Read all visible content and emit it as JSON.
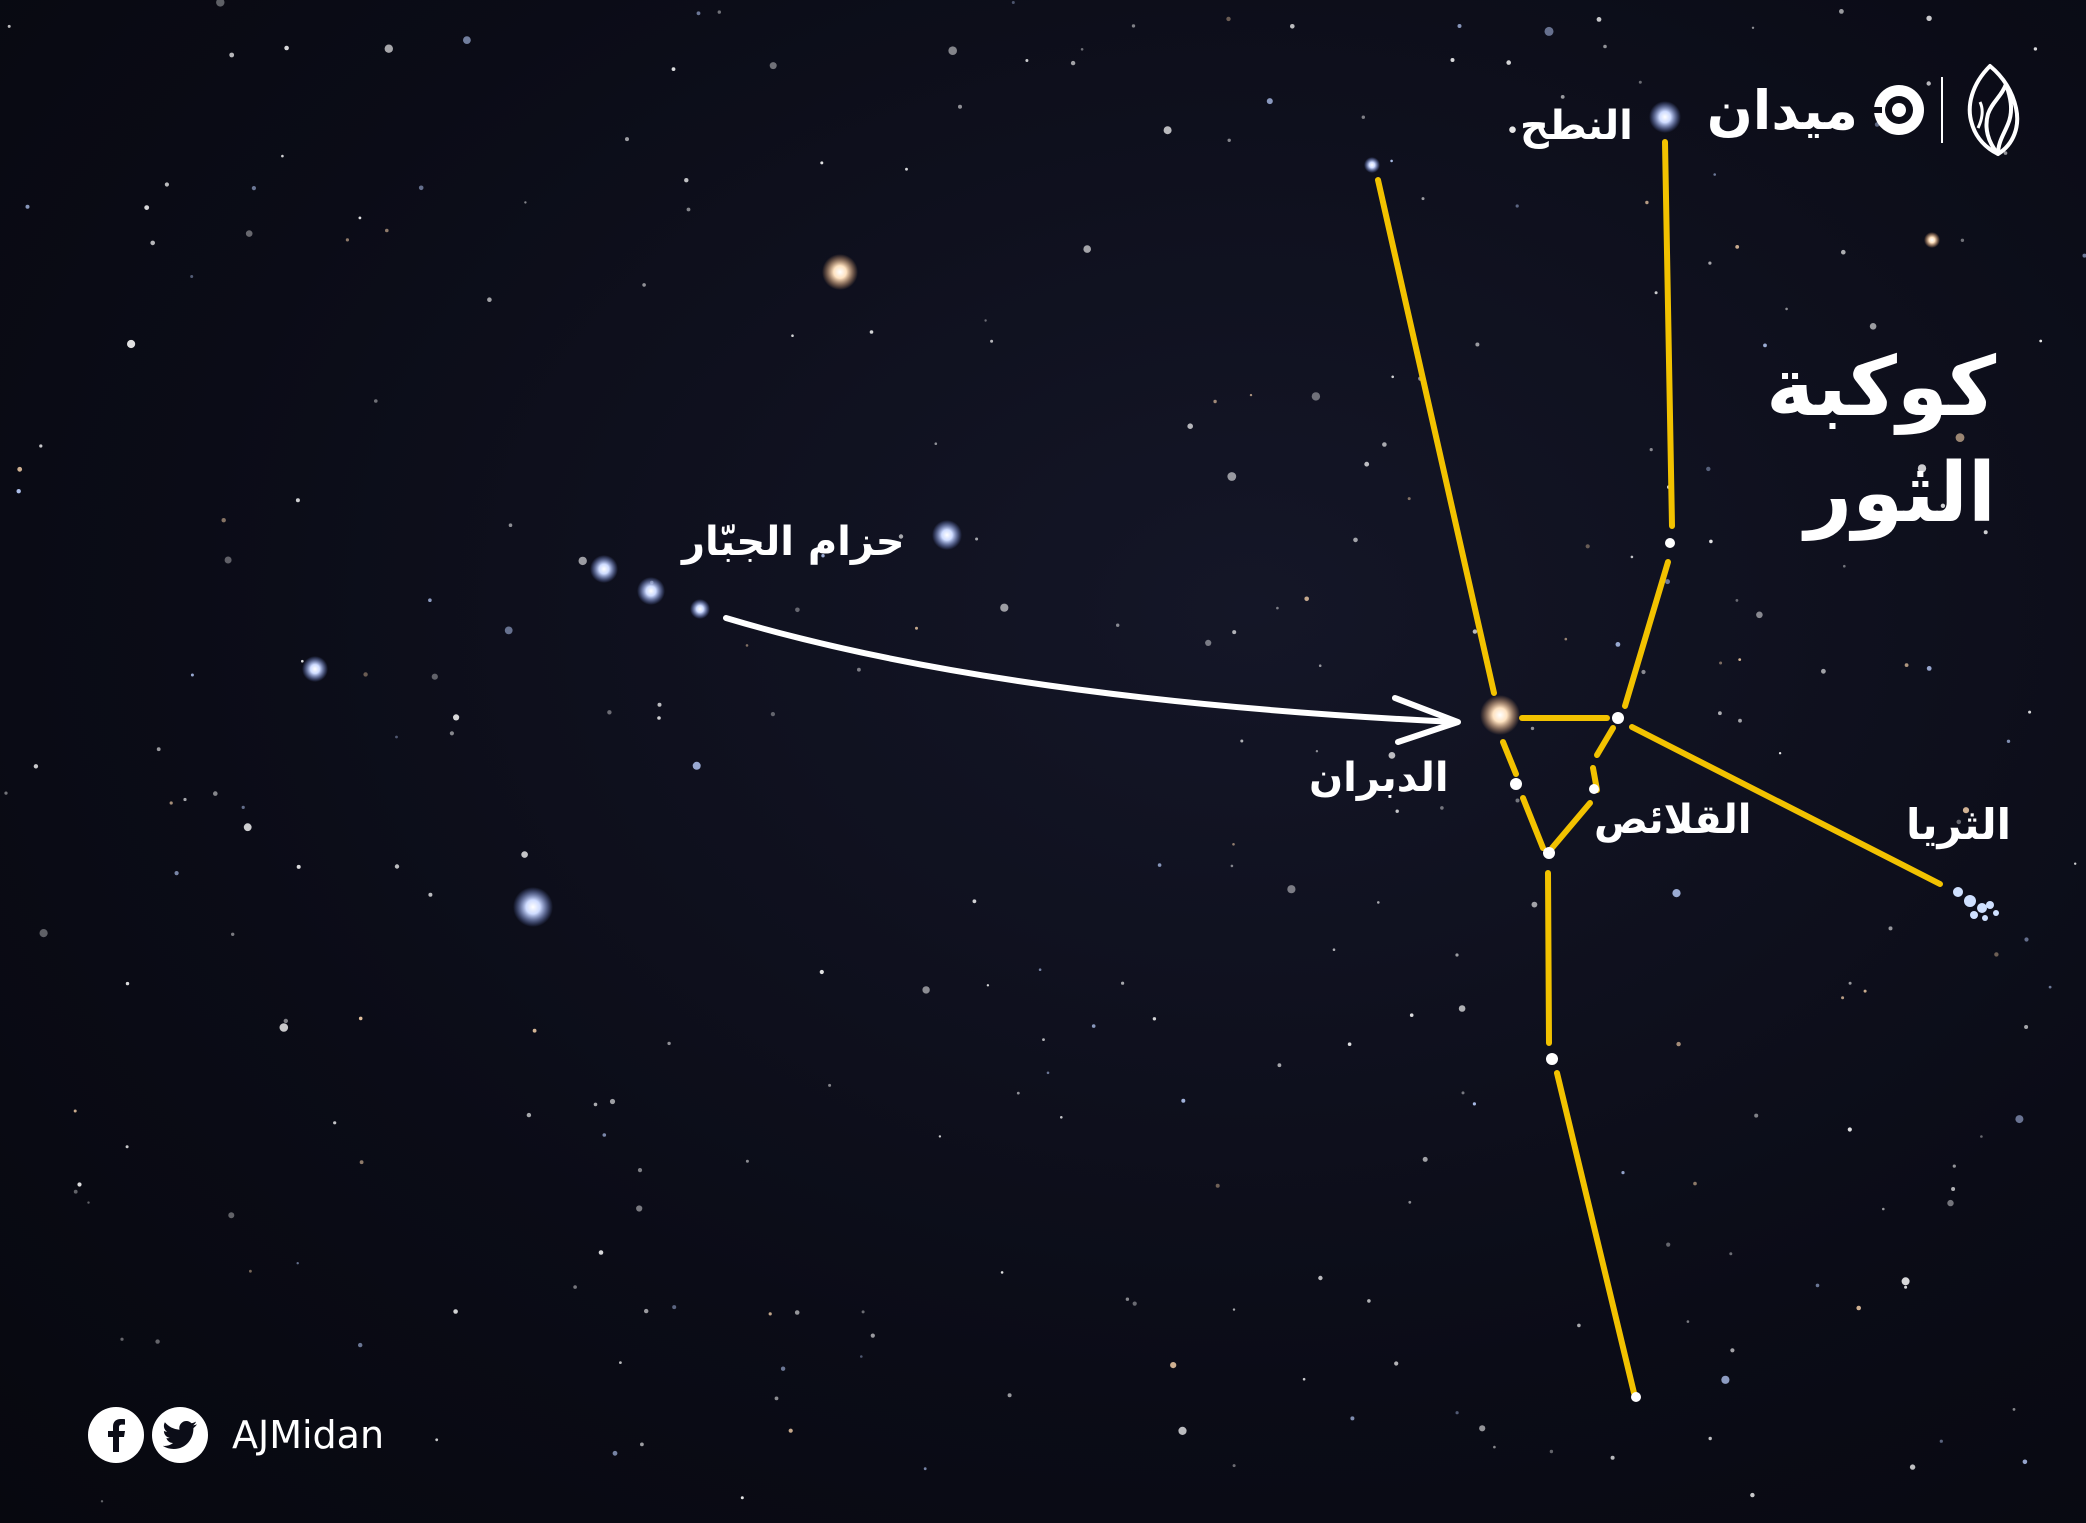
{
  "title": {
    "line1": "كوكبة",
    "line2": "الثور"
  },
  "brand": {
    "name": "ميدان"
  },
  "labels": {
    "alnath": "النطح",
    "orion_belt": "حزام الجبّار",
    "aldebaran": "الدبران",
    "hyades": "القلائص",
    "pleiades": "الثريا"
  },
  "footer": {
    "handle": "AJMidan"
  },
  "colors": {
    "constellation_line": "#f2c200",
    "arrow": "#ffffff",
    "text": "#ffffff",
    "background": "#0c0d18"
  },
  "icons": [
    "facebook-icon",
    "twitter-icon",
    "brand-target-icon",
    "aljazeera-logo-icon"
  ]
}
